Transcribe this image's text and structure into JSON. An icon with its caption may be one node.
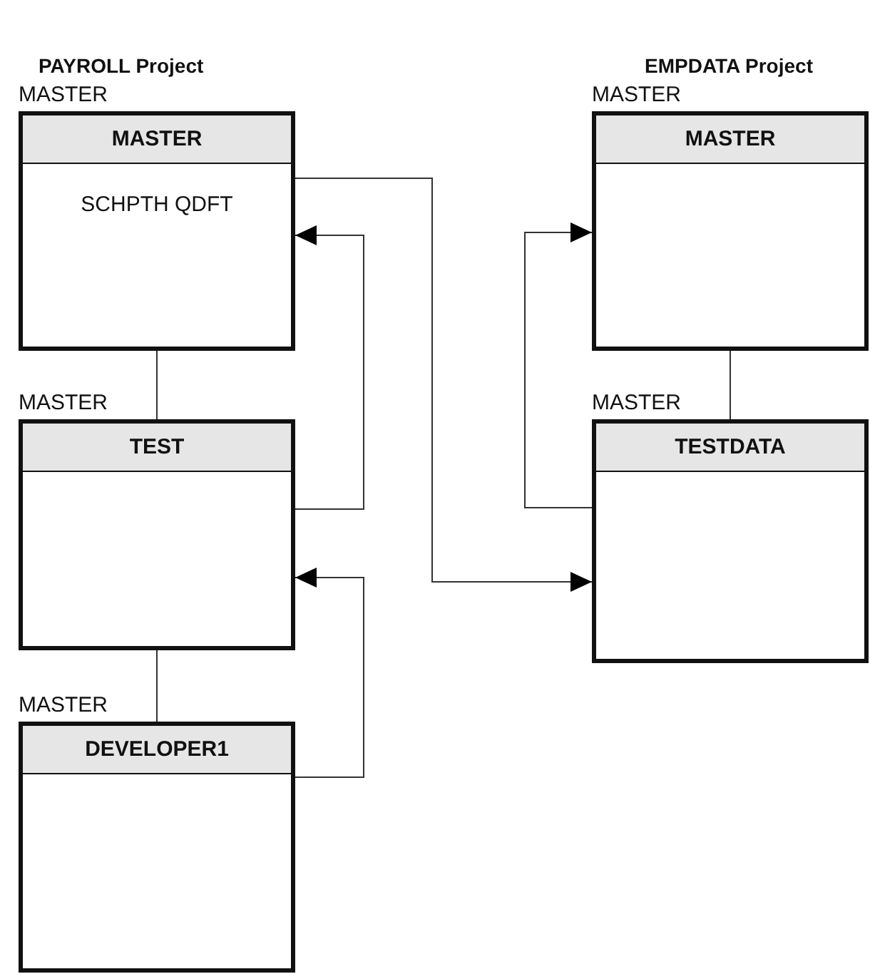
{
  "diagram": {
    "nodes": [
      {
        "text": [
          "MASTER",
          "SCHPTH QDFT"
        ],
        "beside": [
          "MASTER"
        ]
      },
      {
        "text": [
          "TEST"
        ],
        "beside": [
          "MASTER"
        ]
      },
      {
        "text": [
          "DEVELOPER1"
        ],
        "beside": [
          "MASTER"
        ]
      },
      {
        "text": [
          "MASTER"
        ],
        "beside": [
          "MASTER"
        ]
      },
      {
        "text": [
          "TESTDATA"
        ],
        "beside": [
          "MASTER"
        ]
      }
    ],
    "edges": [
      {
        "from": 0,
        "to": 1,
        "arrow": "none"
      },
      {
        "from": 1,
        "to": 2,
        "arrow": "none"
      },
      {
        "from": 3,
        "to": 4,
        "arrow": "none"
      },
      {
        "from": 0,
        "to": 4,
        "arrow": "to"
      },
      {
        "from": 1,
        "to": 0,
        "arrow": "to"
      },
      {
        "from": 2,
        "to": 1,
        "arrow": "to"
      },
      {
        "from": 4,
        "to": 3,
        "arrow": "to"
      }
    ],
    "labels": [
      "PAYROLL Project",
      "EMPDATA Project"
    ]
  }
}
